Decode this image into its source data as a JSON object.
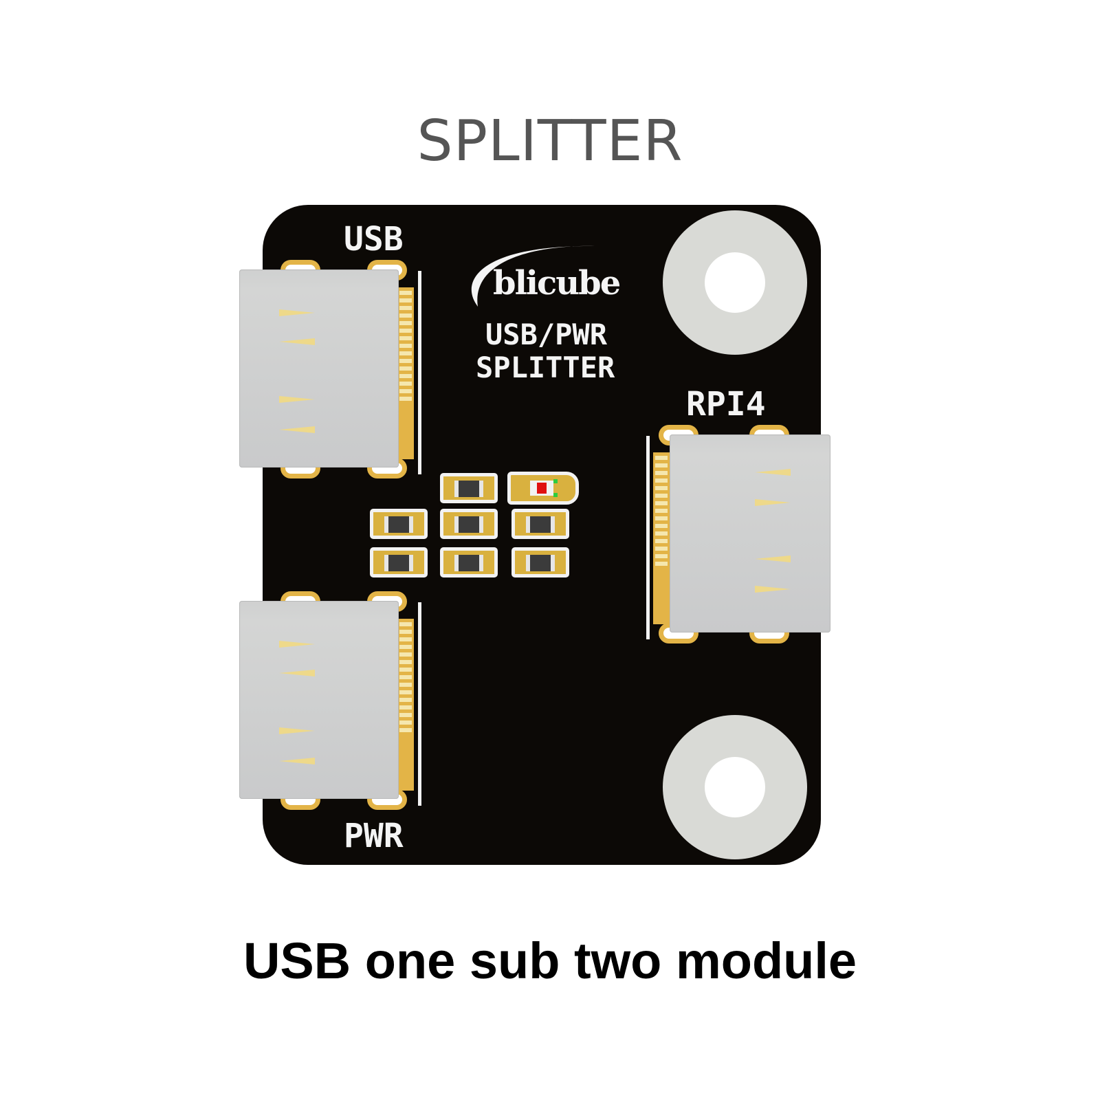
{
  "header": {
    "title": "SPLITTER"
  },
  "board": {
    "brand": "blicube",
    "board_name_line1": "USB/PWR",
    "board_name_line2": "SPLITTER",
    "colors": {
      "pcb": "#0c0906",
      "gold": "#e3b447",
      "silkscreen": "#f4f4f4",
      "connector": "#cfd0d0",
      "mounting_ring": "#d9dad6",
      "led_red": "#e01010",
      "led_green": "#2ecc40"
    },
    "ports": [
      {
        "label": "USB",
        "type": "USB-C"
      },
      {
        "label": "PWR",
        "type": "USB-C"
      },
      {
        "label": "RPI4",
        "type": "USB-C"
      }
    ],
    "mounting_holes": 2,
    "smd_components": 8
  },
  "footer": {
    "caption": "USB one sub two module"
  }
}
